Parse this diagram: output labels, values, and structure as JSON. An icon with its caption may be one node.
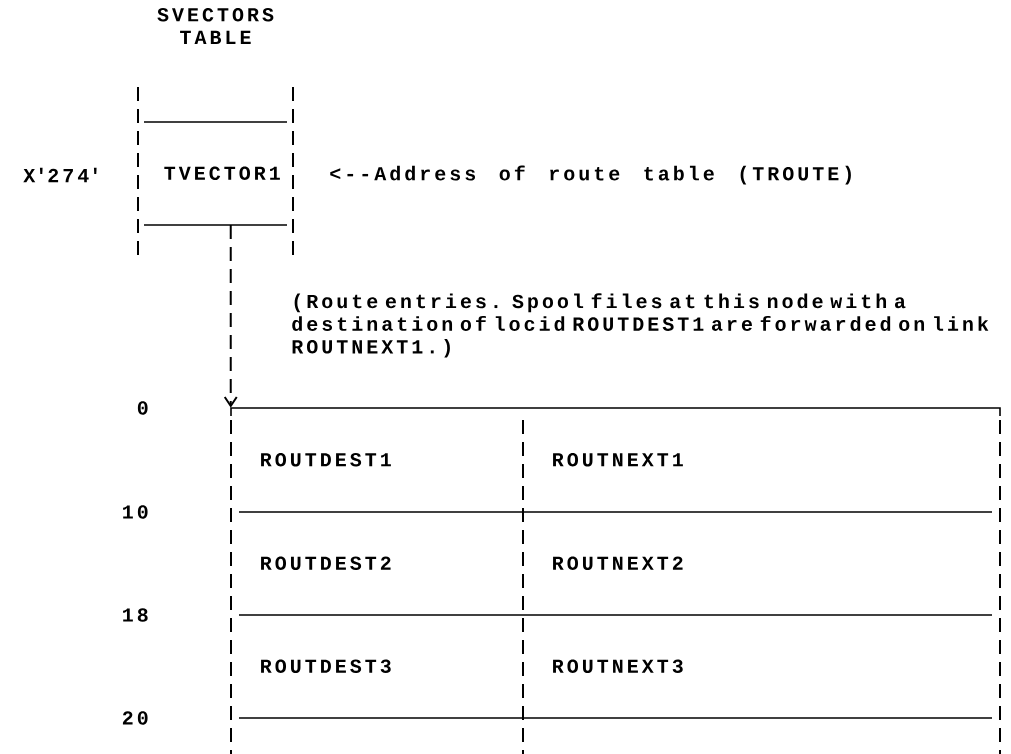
{
  "diagram": {
    "nodes": [
      {
        "text": [
          "SVECTORS TABLE"
        ]
      },
      {
        "text": [
          "TVECTOR1"
        ],
        "in": 0
      },
      {
        "text": [],
        "shape": "box"
      },
      {
        "text": [
          "ROUTDEST1"
        ],
        "in": 2
      },
      {
        "text": [
          "ROUTNEXT1"
        ],
        "in": 2
      },
      {
        "text": [
          "ROUTDEST2"
        ],
        "in": 2
      },
      {
        "text": [
          "ROUTNEXT2"
        ],
        "in": 2
      },
      {
        "text": [
          "ROUTDEST3"
        ],
        "in": 2
      },
      {
        "text": [
          "ROUTNEXT3"
        ],
        "in": 2
      }
    ],
    "edges": [
      {
        "from": 1,
        "to": 2,
        "arrow": "to",
        "style": "dashed"
      }
    ],
    "labels": [
      "X'274'",
      "<--Address of route table (TROUTE)",
      "(Route entries. Spool files at this node with a destination of locid ROUTDEST1 are forwarded on link ROUTNEXT1.)",
      "0",
      "10",
      "18",
      "20"
    ]
  }
}
